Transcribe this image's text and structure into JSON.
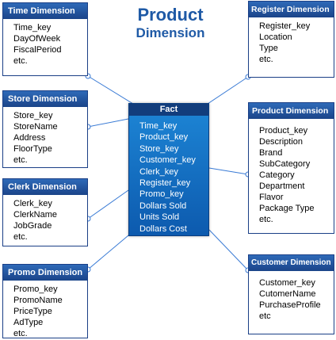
{
  "title": {
    "main": "Product",
    "sub": "Dimension"
  },
  "fact": {
    "header": "Fact",
    "items": [
      "Time_key",
      "Product_key",
      "Store_key",
      "Customer_key",
      "Clerk_key",
      "Register_key",
      "Promo_key",
      "Dollars Sold",
      "Units Sold",
      "Dollars Cost"
    ]
  },
  "time_dimension": {
    "header": "Time Dimension",
    "items": [
      "Time_key",
      "DayOfWeek",
      "FiscalPeriod",
      "etc."
    ]
  },
  "store_dimension": {
    "header": "Store Dimension",
    "items": [
      "Store_key",
      "StoreName",
      "Address",
      "FloorType",
      "etc."
    ]
  },
  "clerk_dimension": {
    "header": "Clerk Dimension",
    "items": [
      "Clerk_key",
      "ClerkName",
      "JobGrade",
      "etc."
    ]
  },
  "promo_dimension": {
    "header": "Promo Dimension",
    "items": [
      "Promo_key",
      "PromoName",
      "PriceType",
      "AdType",
      "etc."
    ]
  },
  "register_dimension": {
    "header": "Register Dimension",
    "items": [
      "Register_key",
      "Location",
      "Type",
      "etc."
    ]
  },
  "product_dimension": {
    "header": "Product Dimension",
    "items": [
      "Product_key",
      "Description",
      "Brand",
      "SubCategory",
      "Category",
      "Department",
      "Flavor",
      "Package Type",
      "etc."
    ]
  },
  "customer_dimension": {
    "header": "Customer Dimension",
    "items": [
      "Customer_key",
      "CutomerName",
      "PurchaseProfile",
      "etc"
    ]
  },
  "colors": {
    "title": "#1f5aa6",
    "header_dark": "#1b4489",
    "fact_body": "#1273c4",
    "connector": "#3a7bd5"
  }
}
